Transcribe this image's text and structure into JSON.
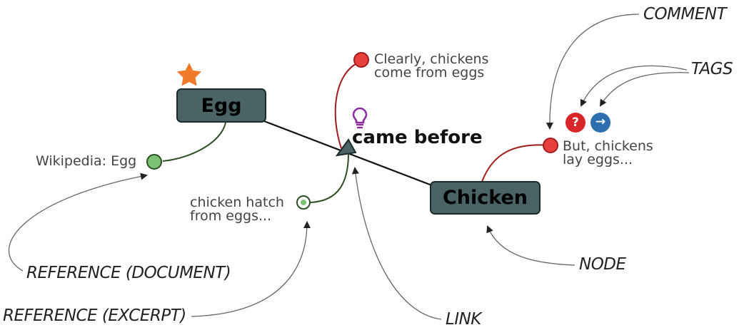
{
  "nodes": [
    {
      "id": "egg",
      "label": "Egg"
    },
    {
      "id": "chicken",
      "label": "Chicken"
    }
  ],
  "link": {
    "label": "came before"
  },
  "references": {
    "document": {
      "text": "Wikipedia: Egg"
    },
    "excerpt": {
      "line1": "chicken hatch",
      "line2": "from eggs..."
    }
  },
  "comments": [
    {
      "id": "clearly",
      "line1": "Clearly, chickens",
      "line2": "come from eggs"
    },
    {
      "id": "but",
      "line1": "But, chickens",
      "line2": "lay eggs..."
    }
  ],
  "tags": [
    {
      "icon": "question-icon",
      "glyph": "?",
      "color": "#d9262b"
    },
    {
      "icon": "arrow-right-icon",
      "glyph": "→",
      "color": "#2e6fb0"
    }
  ],
  "callouts": {
    "comment": "COMMENT",
    "tags": "TAGS",
    "node": "NODE",
    "link": "LINK",
    "reference_document": "REFERENCE (DOCUMENT)",
    "reference_excerpt": "REFERENCE (EXCERPT)"
  },
  "colors": {
    "node_fill": "#4a6466",
    "node_border": "#1b2b2c",
    "reference_green": "#7cc277",
    "reference_stroke": "#2f4f25",
    "comment_red": "#e8403c",
    "comment_stroke": "#a11d1d",
    "star": "#f07a2a",
    "bulb": "#8b2fa0"
  }
}
